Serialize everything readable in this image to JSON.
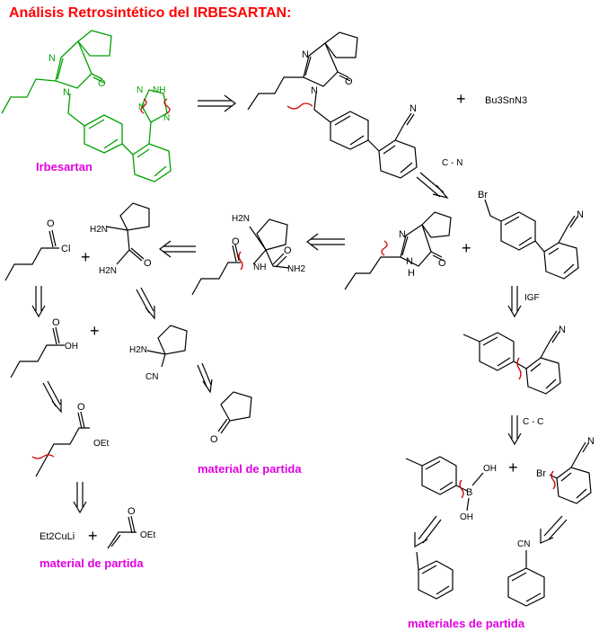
{
  "title": "Análisis Retrosintético del IRBESARTAN:",
  "captions": {
    "irbesartan": "Irbesartan",
    "start_cyclopentanone": "material de partida",
    "start_cuprate": "material de partida",
    "start_right": "materiales de partida"
  },
  "atoms": {
    "N": "N",
    "NH": "NH",
    "O": "O",
    "H": "H",
    "Cl": "Cl",
    "OH": "OH",
    "OEt": "OEt",
    "Br": "Br",
    "B": "B",
    "CN": "CN",
    "H2N_text": "H2N",
    "NH2_text": "NH2"
  },
  "reagents": {
    "bu3snn3": "Bu3SnN3",
    "et2culi": "Et2CuLi"
  },
  "arrow_labels": {
    "c_n": "C - N",
    "igf": "IGF",
    "c_c": "C - C"
  },
  "plus": "+",
  "colors": {
    "title": "#ff0000",
    "caption": "#e000e0",
    "irbesartan_bonds": "#00a000",
    "disconnection": "#cc0000",
    "atom_label": "#000000"
  }
}
